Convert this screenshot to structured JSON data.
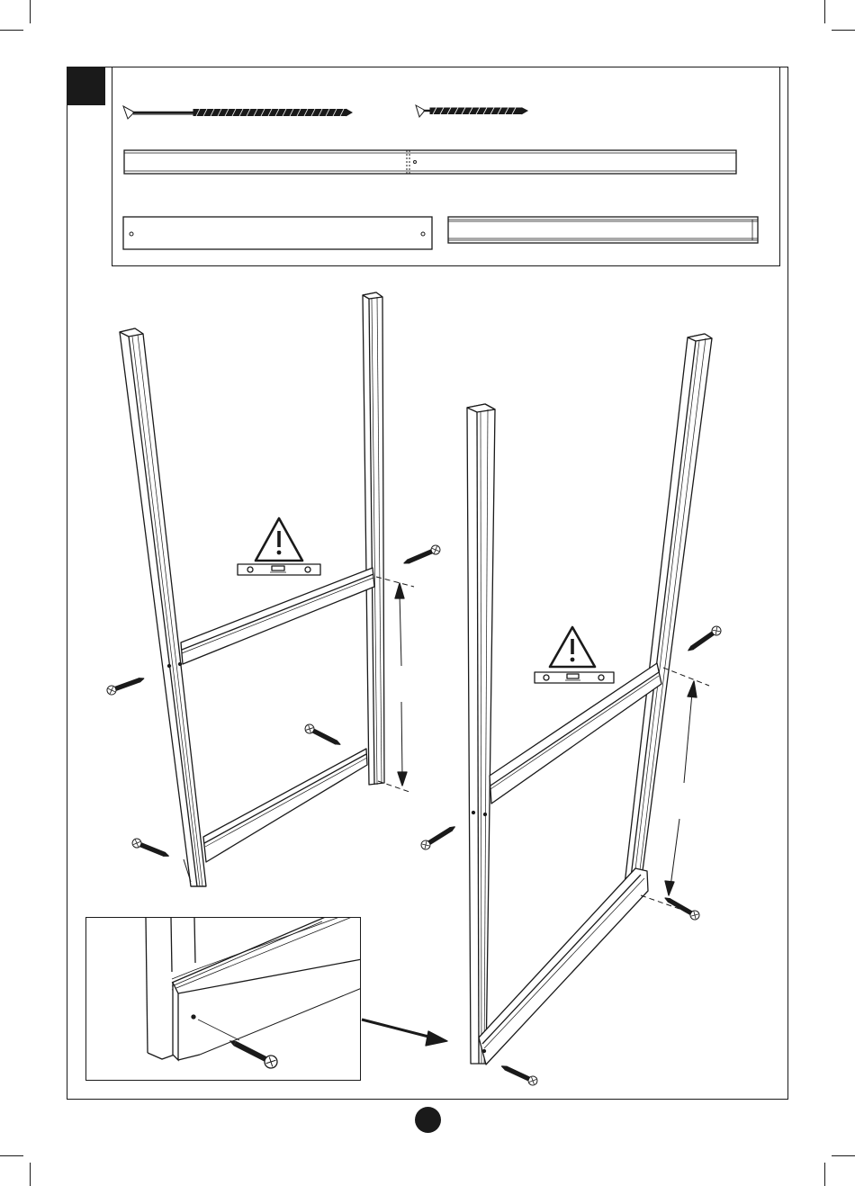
{
  "page": {
    "step_number": "",
    "page_number": ""
  },
  "parts": {
    "long_screw_icon": "long-wood-screw",
    "short_screw_icon": "short-wood-screw",
    "long_rail_icon": "long-rail-with-center-joint",
    "short_rail_icon": "short-rail-with-holes",
    "slat_icon": "grooved-slat"
  },
  "warnings": {
    "icon": "warning-triangle-icon",
    "tool_icon": "spirit-level-icon"
  },
  "colors": {
    "ink": "#1a1a1a",
    "paper": "#ffffff"
  }
}
